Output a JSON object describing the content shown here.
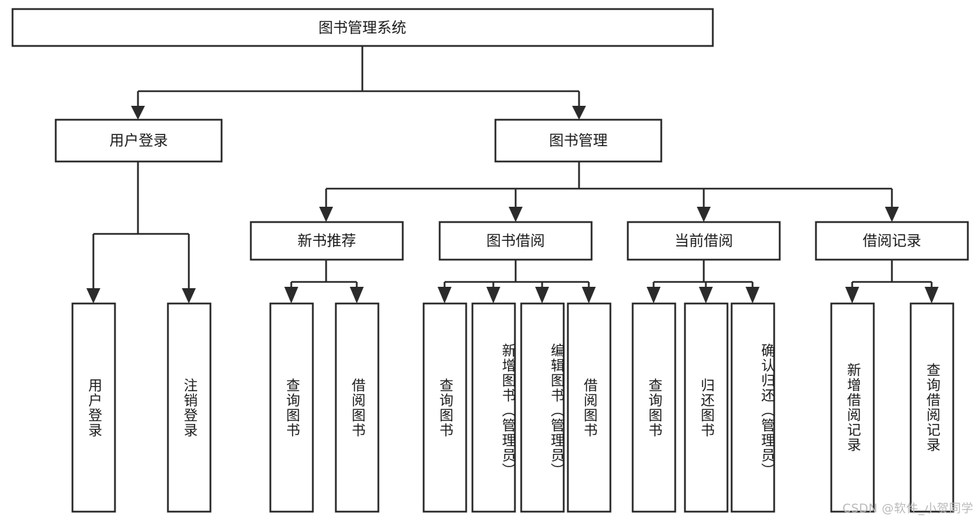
{
  "diagram": {
    "title": "图书管理系统",
    "type": "hierarchy-tree",
    "orientation": "top-down",
    "root": {
      "id": "root",
      "label": "图书管理系统",
      "level": 0
    },
    "level2": [
      {
        "id": "user-login",
        "label": "用户登录",
        "level": 1
      },
      {
        "id": "book-management",
        "label": "图书管理",
        "level": 1
      }
    ],
    "level3": [
      {
        "id": "new-book-recommend",
        "label": "新书推荐",
        "level": 2,
        "parent": "book-management"
      },
      {
        "id": "book-borrow",
        "label": "图书借阅",
        "level": 2,
        "parent": "book-management"
      },
      {
        "id": "current-borrow",
        "label": "当前借阅",
        "level": 2,
        "parent": "book-management"
      },
      {
        "id": "borrow-record",
        "label": "借阅记录",
        "level": 2,
        "parent": "book-management"
      }
    ],
    "leaves": [
      {
        "id": "leaf-user-login",
        "label": "用户登录",
        "parent": "user-login"
      },
      {
        "id": "leaf-logout-login",
        "label": "注销登录",
        "parent": "user-login"
      },
      {
        "id": "leaf-query-book-1",
        "label": "查询图书",
        "parent": "new-book-recommend"
      },
      {
        "id": "leaf-borrow-book-1",
        "label": "借阅图书",
        "parent": "new-book-recommend"
      },
      {
        "id": "leaf-query-book-2",
        "label": "查询图书",
        "parent": "book-borrow"
      },
      {
        "id": "leaf-add-book",
        "label": "新增图书（管理员）",
        "parent": "book-borrow"
      },
      {
        "id": "leaf-edit-book",
        "label": "编辑图书（管理员）",
        "parent": "book-borrow"
      },
      {
        "id": "leaf-borrow-book-2",
        "label": "借阅图书",
        "parent": "book-borrow"
      },
      {
        "id": "leaf-query-book-3",
        "label": "查询图书",
        "parent": "current-borrow"
      },
      {
        "id": "leaf-return-book",
        "label": "归还图书",
        "parent": "current-borrow"
      },
      {
        "id": "leaf-confirm-return",
        "label": "确认归还（管理员）",
        "parent": "current-borrow"
      },
      {
        "id": "leaf-add-record",
        "label": "新增借阅记录",
        "parent": "borrow-record"
      },
      {
        "id": "leaf-query-record",
        "label": "查询借阅记录",
        "parent": "borrow-record"
      }
    ],
    "watermark": "CSDN @软件_小贺同学",
    "colors": {
      "stroke": "#2b2b2b",
      "fill": "#ffffff",
      "text": "#1a1a1a",
      "watermark": "#b9b9b9",
      "background": "#ffffff"
    }
  }
}
